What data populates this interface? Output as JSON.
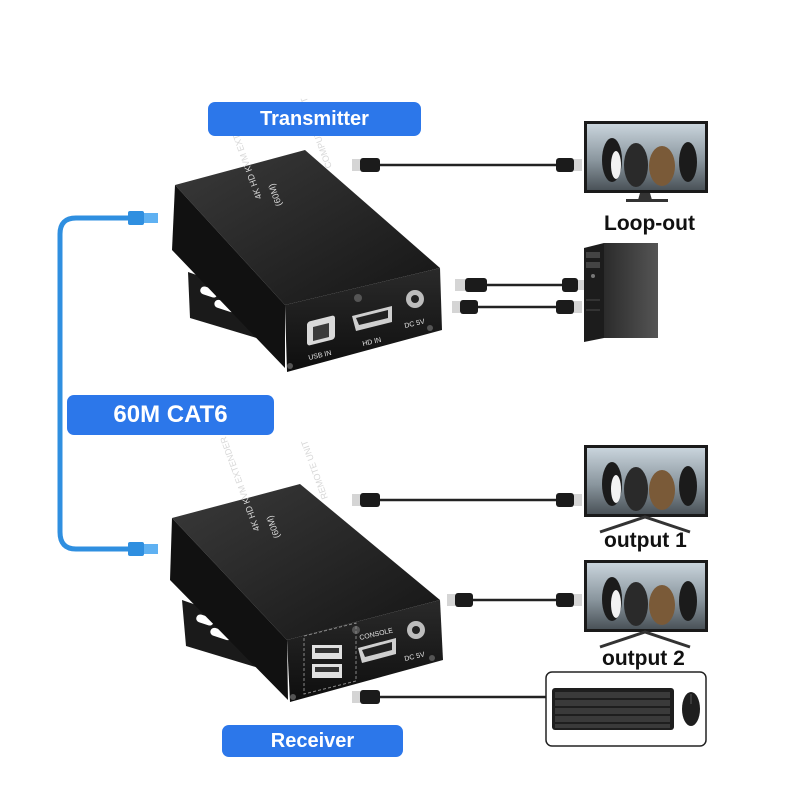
{
  "labels": {
    "transmitter": "Transmitter",
    "receiver": "Receiver",
    "cable": "60M CAT6",
    "loop_out": "Loop-out",
    "output1": "output 1",
    "output2": "output 2"
  },
  "transmitter_unit": {
    "side_line1": "4K HD KVM EXTENDER",
    "side_line2": "(60M)",
    "side_line3": "COMPUTER UNIT",
    "ports": [
      "USB IN",
      "HD IN",
      "DC 5V"
    ]
  },
  "receiver_unit": {
    "side_line1": "4K HD KVM EXTENDER",
    "side_line2": "(60M)",
    "side_line3": "REMOTE UNIT",
    "ports": [
      "CONSOLE",
      "DC 5V"
    ]
  },
  "colors": {
    "accent": "#2c77ea",
    "cable": "#2f8fe0",
    "device": "#1c1c1c"
  }
}
